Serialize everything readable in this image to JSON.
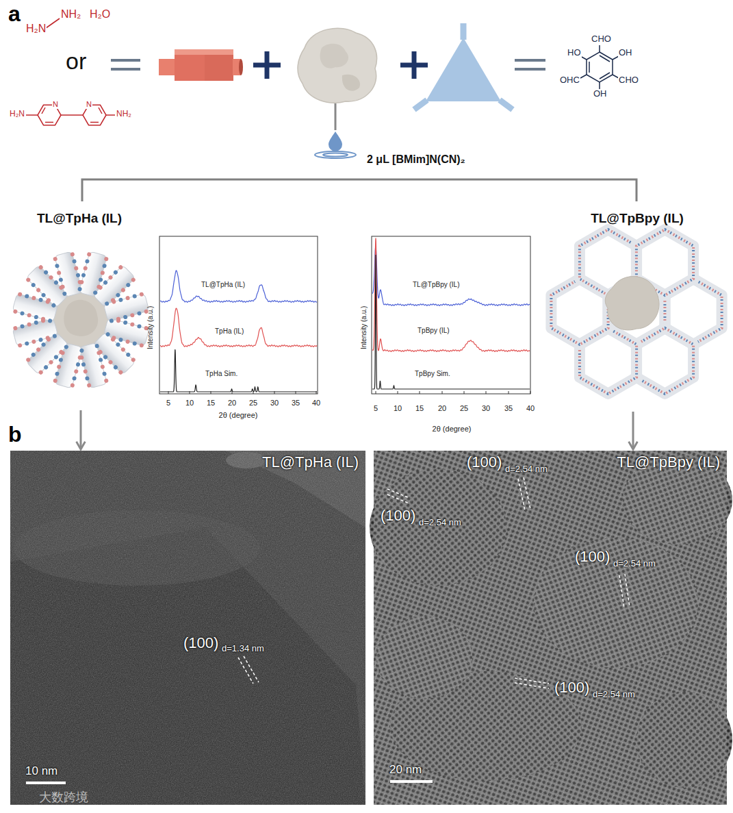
{
  "diagram": {
    "nodes": [
      {
        "text": [
          "TL@TpHa (IL)"
        ]
      },
      {
        "text": [
          "TL@TpBpy (IL)"
        ]
      },
      {
        "text": [
          "TL@TpHa (IL)"
        ]
      },
      {
        "text": [
          "TL@TpBpy (IL)"
        ]
      }
    ],
    "edges": [
      {
        "from": 0,
        "to": 2,
        "arrow": "to"
      },
      {
        "from": 1,
        "to": 3,
        "arrow": "to"
      }
    ],
    "labels": [
      "a",
      "H₂N",
      "NH₂",
      "H₂O",
      "or",
      "H₂N",
      "N",
      "N",
      "NH₂",
      "CHO",
      "HO",
      "OH",
      "OHC",
      "CHO",
      "OH",
      "2 μL [BMim]N(CN)₂",
      "TL@TpHa (IL)",
      "TpHa (IL)",
      "TpHa Sim.",
      "Intensity (a.u.)",
      "5",
      "10",
      "15",
      "20",
      "25",
      "30",
      "35",
      "40",
      "2θ (degree)",
      "TL@TpBpy (IL)",
      "TpBpy (IL)",
      "TpBpy Sim.",
      "Intensity (a.u.)",
      "5",
      "10",
      "15",
      "20",
      "25",
      "30",
      "35",
      "40",
      "2θ (degree)",
      "b",
      "(100)",
      "d=1.34 nm",
      "10 nm",
      "(100)",
      "d=2.54 nm",
      "(100)",
      "d=2.54 nm",
      "(100)",
      "d=2.54 nm",
      "(100)",
      "d=2.54 nm",
      "20 nm",
      "大数跨境"
    ]
  }
}
